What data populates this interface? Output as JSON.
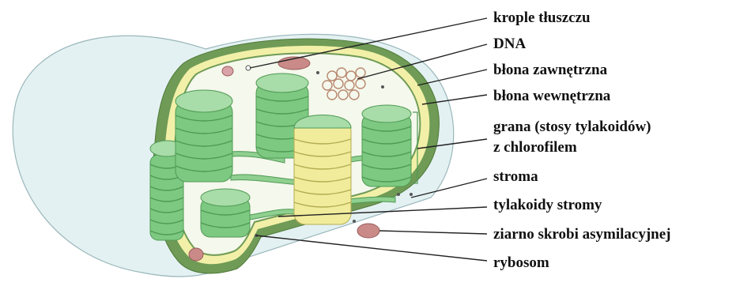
{
  "labels": {
    "fat_droplets": "krople tłuszczu",
    "dna": "DNA",
    "outer_membrane": "błona zawnętrzna",
    "inner_membrane": "błona wewnętrzna",
    "grana_line1": "grana (stosy tylakoidów)",
    "grana_line2": "z chlorofilem",
    "stroma": "stroma",
    "stroma_thylakoids": "tylakoidy stromy",
    "starch_grain": "ziarno skrobi asymilacyjnej",
    "ribosome": "rybosom"
  },
  "colors": {
    "envelope_fill": "#e6f2f3",
    "membrane_green": "#6f9b56",
    "membrane_yellow": "#f2f0a8",
    "stroma_fill": "#f6f8ee",
    "thylakoid_green": "#7ec981",
    "thylakoid_dark": "#4f9a55",
    "thylakoid_yellow": "#f1ec9c",
    "starch": "#c98a88",
    "dna": "#b88870"
  }
}
